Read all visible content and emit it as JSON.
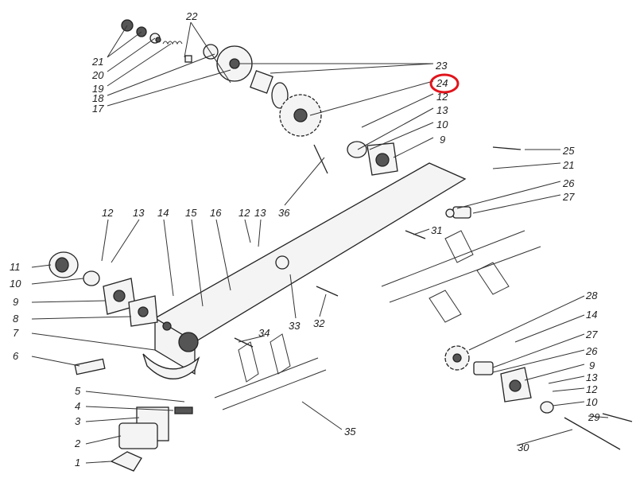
{
  "diagram": {
    "type": "exploded-parts-view",
    "highlight_color": "#e0141c",
    "highlighted_label": "24",
    "labels": [
      "22",
      "21",
      "20",
      "19",
      "18",
      "17",
      "23",
      "24",
      "12",
      "13",
      "10",
      "9",
      "25",
      "21",
      "26",
      "27",
      "36",
      "31",
      "12",
      "13",
      "14",
      "15",
      "16",
      "12",
      "13",
      "11",
      "10",
      "9",
      "8",
      "7",
      "6",
      "5",
      "4",
      "3",
      "2",
      "1",
      "33",
      "32",
      "34",
      "35",
      "28",
      "14",
      "27",
      "26",
      "9",
      "13",
      "12",
      "10",
      "29",
      "30"
    ]
  }
}
